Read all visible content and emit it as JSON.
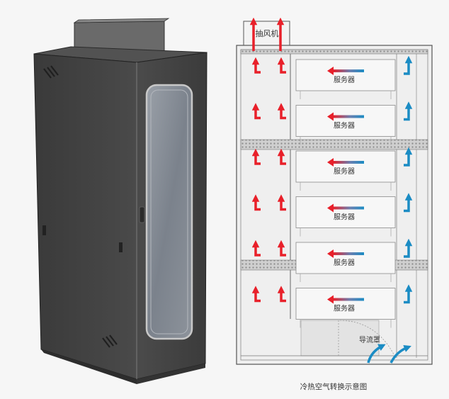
{
  "diagram": {
    "fan_label": "抽风机",
    "server_label": "服务器",
    "server_count": 6,
    "baffle_label": "导流罩",
    "caption": "冷热空气转换示意图",
    "colors": {
      "background": "#f6f6f6",
      "hot_air": "#e8202a",
      "cold_air": "#1b8cc4",
      "cabinet_body": "#3f3f3f",
      "line": "#555555"
    }
  }
}
